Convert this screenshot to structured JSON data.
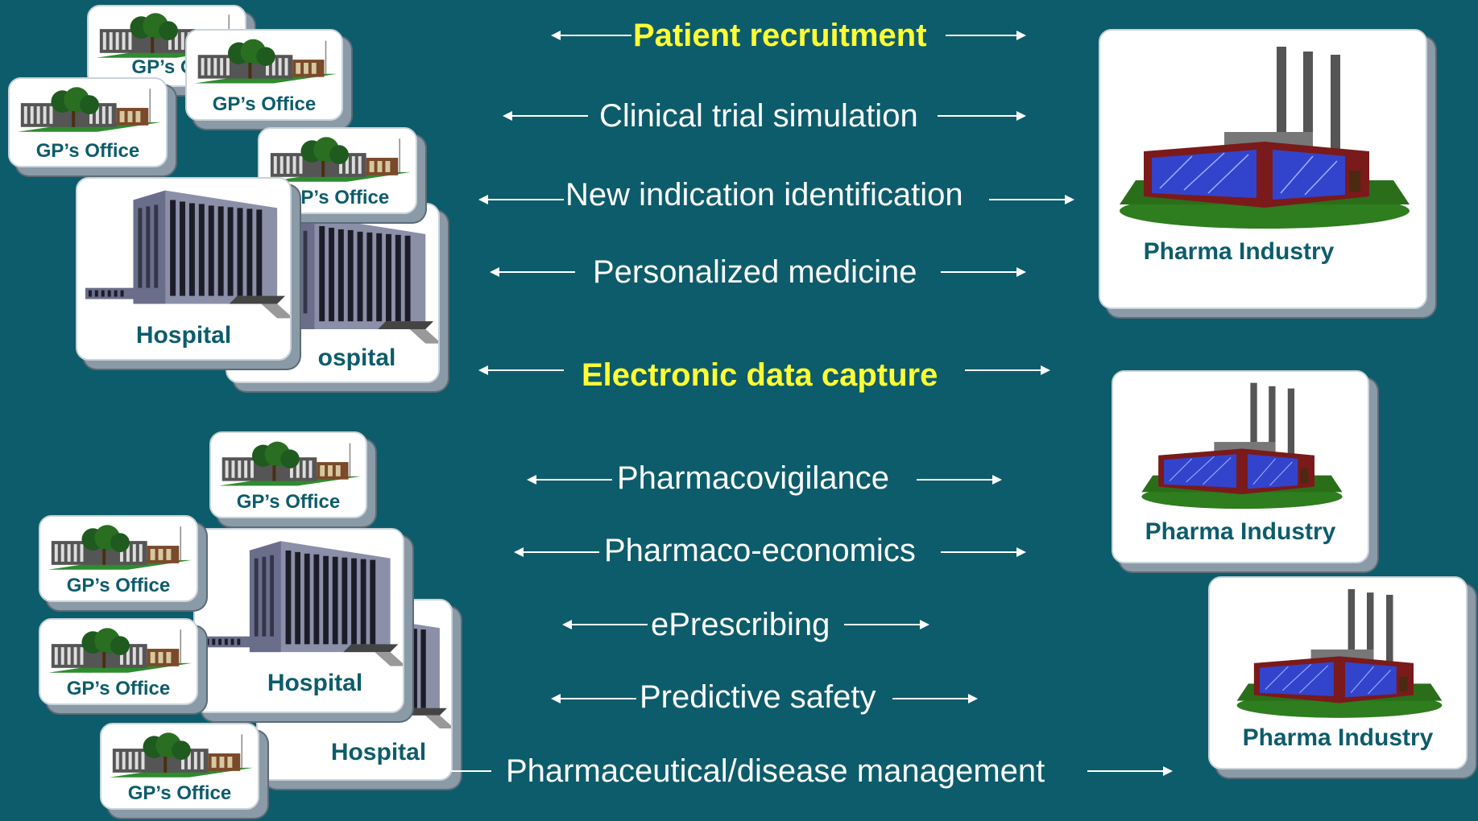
{
  "colors": {
    "background": "#0d5c6b",
    "highlight": "#ffff33",
    "label": "#0d5c6b"
  },
  "sites": {
    "gp_label": "GP’s Office",
    "gp_label_clipped": "GP’s Of",
    "hospital_label": "Hospital",
    "hospital_label_clipped": "ospital",
    "pharma_label": "Pharma Industry"
  },
  "links": [
    {
      "text": "Patient recruitment",
      "highlight": true
    },
    {
      "text": "Clinical trial simulation",
      "highlight": false
    },
    {
      "text": "New indication identification",
      "highlight": false
    },
    {
      "text": "Personalized medicine",
      "highlight": false
    },
    {
      "text": "Electronic data capture",
      "highlight": true
    },
    {
      "text": "Pharmacovigilance",
      "highlight": false
    },
    {
      "text": "Pharmaco-economics",
      "highlight": false
    },
    {
      "text": "ePrescribing",
      "highlight": false
    },
    {
      "text": "Predictive safety",
      "highlight": false
    },
    {
      "text": "Pharmaceutical/disease management",
      "highlight": false
    }
  ]
}
